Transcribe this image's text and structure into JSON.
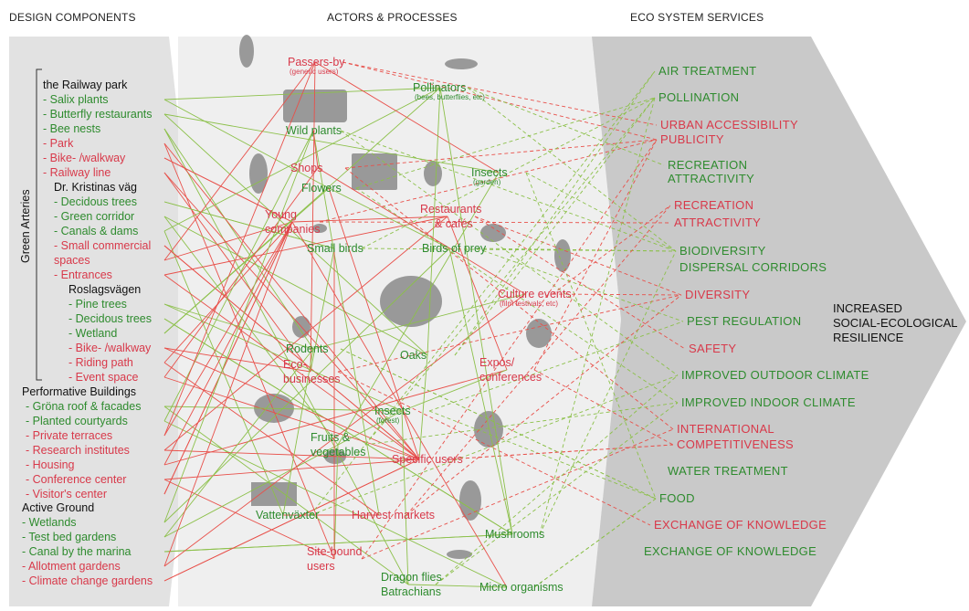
{
  "headers": {
    "design": "DESIGN COMPONENTS",
    "actors": "ACTORS & PROCESSES",
    "services": "ECO SYSTEM SERVICES"
  },
  "side_label": "Green Arteries",
  "design_groups": [
    {
      "title": "the Railway park",
      "items": [
        {
          "label": "- Salix plants",
          "color": "green"
        },
        {
          "label": "- Butterfly restaurants",
          "color": "green"
        },
        {
          "label": "- Bee nests",
          "color": "green"
        },
        {
          "label": "- Park",
          "color": "red"
        },
        {
          "label": "- Bike- /walkway",
          "color": "red"
        },
        {
          "label": "- Railway line",
          "color": "red"
        }
      ]
    },
    {
      "title": "Dr. Kristinas väg",
      "items": [
        {
          "label": "- Decidous trees",
          "color": "green"
        },
        {
          "label": "- Green corridor",
          "color": "green"
        },
        {
          "label": "- Canals & dams",
          "color": "green"
        },
        {
          "label": "- Small commercial",
          "color": "red"
        },
        {
          "label": "spaces",
          "color": "red"
        },
        {
          "label": "- Entrances",
          "color": "red"
        }
      ]
    },
    {
      "title": "Roslagsvägen",
      "items": [
        {
          "label": "- Pine trees",
          "color": "green"
        },
        {
          "label": "- Decidous trees",
          "color": "green"
        },
        {
          "label": "- Wetland",
          "color": "green"
        },
        {
          "label": "- Bike- /walkway",
          "color": "red"
        },
        {
          "label": "- Riding path",
          "color": "red"
        },
        {
          "label": "- Event space",
          "color": "red"
        }
      ]
    },
    {
      "title": "Performative Buildings",
      "items": [
        {
          "label": "- Gröna roof & facades",
          "color": "green"
        },
        {
          "label": "- Planted courtyards",
          "color": "green"
        },
        {
          "label": "- Private terraces",
          "color": "red"
        },
        {
          "label": "- Research institutes",
          "color": "red"
        },
        {
          "label": "- Housing",
          "color": "red"
        },
        {
          "label": "- Conference center",
          "color": "red"
        },
        {
          "label": "- Visitor's center",
          "color": "red"
        }
      ]
    },
    {
      "title": "Active Ground",
      "items": [
        {
          "label": "- Wetlands",
          "color": "green"
        },
        {
          "label": "- Test bed gardens",
          "color": "green"
        },
        {
          "label": "- Canal by the marina",
          "color": "green"
        },
        {
          "label": "- Allotment gardens",
          "color": "red"
        },
        {
          "label": "- Climate change gardens",
          "color": "red"
        }
      ]
    }
  ],
  "actors": [
    {
      "id": "passers",
      "label": "Passers-by",
      "sub": "(generic users)",
      "color": "red"
    },
    {
      "id": "pollinators",
      "label": "Pollinators",
      "sub": "(bees, butterflies, etc)",
      "color": "green"
    },
    {
      "id": "wildplants",
      "label": "Wild plants",
      "color": "green"
    },
    {
      "id": "shops",
      "label": "Shops",
      "color": "red"
    },
    {
      "id": "flowers",
      "label": "Flowers",
      "color": "green"
    },
    {
      "id": "insects_g",
      "label": "Insects",
      "sub": "(garden)",
      "color": "green"
    },
    {
      "id": "young",
      "label": "Young",
      "label2": "companies",
      "color": "red"
    },
    {
      "id": "restaurants",
      "label": "Restaurants",
      "label2": "& cafés",
      "color": "red"
    },
    {
      "id": "smallbirds",
      "label": "Small birds",
      "color": "green"
    },
    {
      "id": "birdsprey",
      "label": "Birds of prey",
      "color": "green"
    },
    {
      "id": "culture",
      "label": "Culture events",
      "sub": "(film festivals, etc)",
      "color": "red"
    },
    {
      "id": "rodents",
      "label": "Rodents",
      "color": "green"
    },
    {
      "id": "oaks",
      "label": "Oaks",
      "color": "green"
    },
    {
      "id": "ecobiz",
      "label": "Eco-",
      "label2": "businesses",
      "color": "red"
    },
    {
      "id": "expos",
      "label": "Expos/",
      "label2": "conferences",
      "color": "red"
    },
    {
      "id": "insects_f",
      "label": "Insects",
      "sub": "(forest)",
      "color": "green"
    },
    {
      "id": "fruits",
      "label": "Fruits &",
      "label2": "vegetables",
      "color": "green"
    },
    {
      "id": "specific",
      "label": "Specific users",
      "color": "red"
    },
    {
      "id": "vattenvaxter",
      "label": "Vattenväxter",
      "color": "green"
    },
    {
      "id": "harvest",
      "label": "Harvest markets",
      "color": "red"
    },
    {
      "id": "mushrooms",
      "label": "Mushrooms",
      "color": "green"
    },
    {
      "id": "sitebound",
      "label": "Site-bound",
      "label2": "users",
      "color": "red"
    },
    {
      "id": "dragon",
      "label": "Dragon flies",
      "label2": "Batrachians",
      "color": "green"
    },
    {
      "id": "micro",
      "label": "Micro organisms",
      "color": "green"
    }
  ],
  "services": [
    {
      "label": "AIR TREATMENT",
      "color": "green"
    },
    {
      "label": "POLLINATION",
      "color": "green"
    },
    {
      "label": "URBAN ACCESSIBILITY",
      "color": "red"
    },
    {
      "label": "PUBLICITY",
      "color": "red"
    },
    {
      "label": "RECREATION",
      "color": "green"
    },
    {
      "label": "ATTRACTIVITY",
      "color": "green"
    },
    {
      "label": "RECREATION",
      "color": "red"
    },
    {
      "label": "ATTRACTIVITY",
      "color": "red"
    },
    {
      "label": "BIODIVERSITY",
      "color": "green"
    },
    {
      "label": "DISPERSAL CORRIDORS",
      "color": "green"
    },
    {
      "label": "DIVERSITY",
      "color": "red"
    },
    {
      "label": "PEST REGULATION",
      "color": "green"
    },
    {
      "label": "SAFETY",
      "color": "red"
    },
    {
      "label": "IMPROVED OUTDOOR CLIMATE",
      "color": "green"
    },
    {
      "label": "IMPROVED INDOOR CLIMATE",
      "color": "green"
    },
    {
      "label": "INTERNATIONAL",
      "color": "red"
    },
    {
      "label": "COMPETITIVENESS",
      "color": "red"
    },
    {
      "label": "WATER TREATMENT",
      "color": "green"
    },
    {
      "label": "FOOD",
      "color": "green"
    },
    {
      "label": "EXCHANGE OF KNOWLEDGE",
      "color": "red"
    },
    {
      "label": "EXCHANGE OF KNOWLEDGE",
      "color": "green"
    }
  ],
  "result": "INCREASED\nSOCIAL-ECOLOGICAL\nRESILIENCE",
  "colors": {
    "green": "#2e8b2e",
    "red": "#d8394a",
    "green_line": "#8cc04a",
    "red_line": "#e8504a",
    "silhouette": "#8a8a8a"
  }
}
